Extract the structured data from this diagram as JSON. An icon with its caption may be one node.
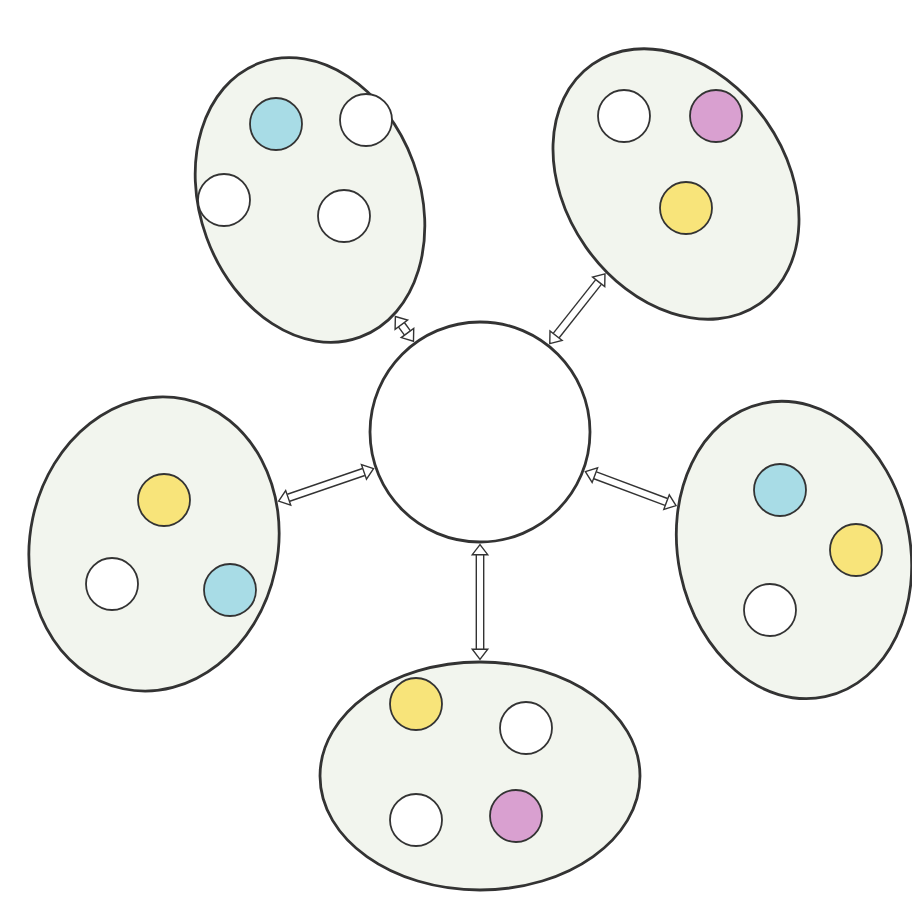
{
  "diagram": {
    "nodes": [
      {
        "text": [],
        "shape": "ellipse"
      },
      {
        "text": [],
        "shape": "ellipse"
      },
      {
        "text": [],
        "shape": "ellipse"
      },
      {
        "text": [],
        "shape": "circle"
      },
      {
        "text": [],
        "shape": "ellipse"
      },
      {
        "text": [],
        "shape": "ellipse"
      },
      {
        "text": [],
        "shape": "circle",
        "in": 0
      },
      {
        "text": [],
        "shape": "circle",
        "in": 0
      },
      {
        "text": [],
        "shape": "circle",
        "in": 0
      },
      {
        "text": [],
        "shape": "circle",
        "in": 0
      },
      {
        "text": [],
        "shape": "circle",
        "in": 1
      },
      {
        "text": [],
        "shape": "circle",
        "in": 1
      },
      {
        "text": [],
        "shape": "circle",
        "in": 1
      },
      {
        "text": [],
        "shape": "circle",
        "in": 2
      },
      {
        "text": [],
        "shape": "circle",
        "in": 2
      },
      {
        "text": [],
        "shape": "circle",
        "in": 2
      },
      {
        "text": [],
        "shape": "circle",
        "in": 4
      },
      {
        "text": [],
        "shape": "circle",
        "in": 4
      },
      {
        "text": [],
        "shape": "circle",
        "in": 4
      },
      {
        "text": [],
        "shape": "circle",
        "in": 5
      },
      {
        "text": [],
        "shape": "circle",
        "in": 5
      },
      {
        "text": [],
        "shape": "circle",
        "in": 5
      },
      {
        "text": [],
        "shape": "circle",
        "in": 5
      }
    ],
    "edges": [
      {
        "from": 3,
        "to": 0,
        "arrow": "both"
      },
      {
        "from": 3,
        "to": 1,
        "arrow": "both"
      },
      {
        "from": 3,
        "to": 2,
        "arrow": "both"
      },
      {
        "from": 3,
        "to": 4,
        "arrow": "both"
      },
      {
        "from": 3,
        "to": 5,
        "arrow": "both"
      }
    ]
  }
}
